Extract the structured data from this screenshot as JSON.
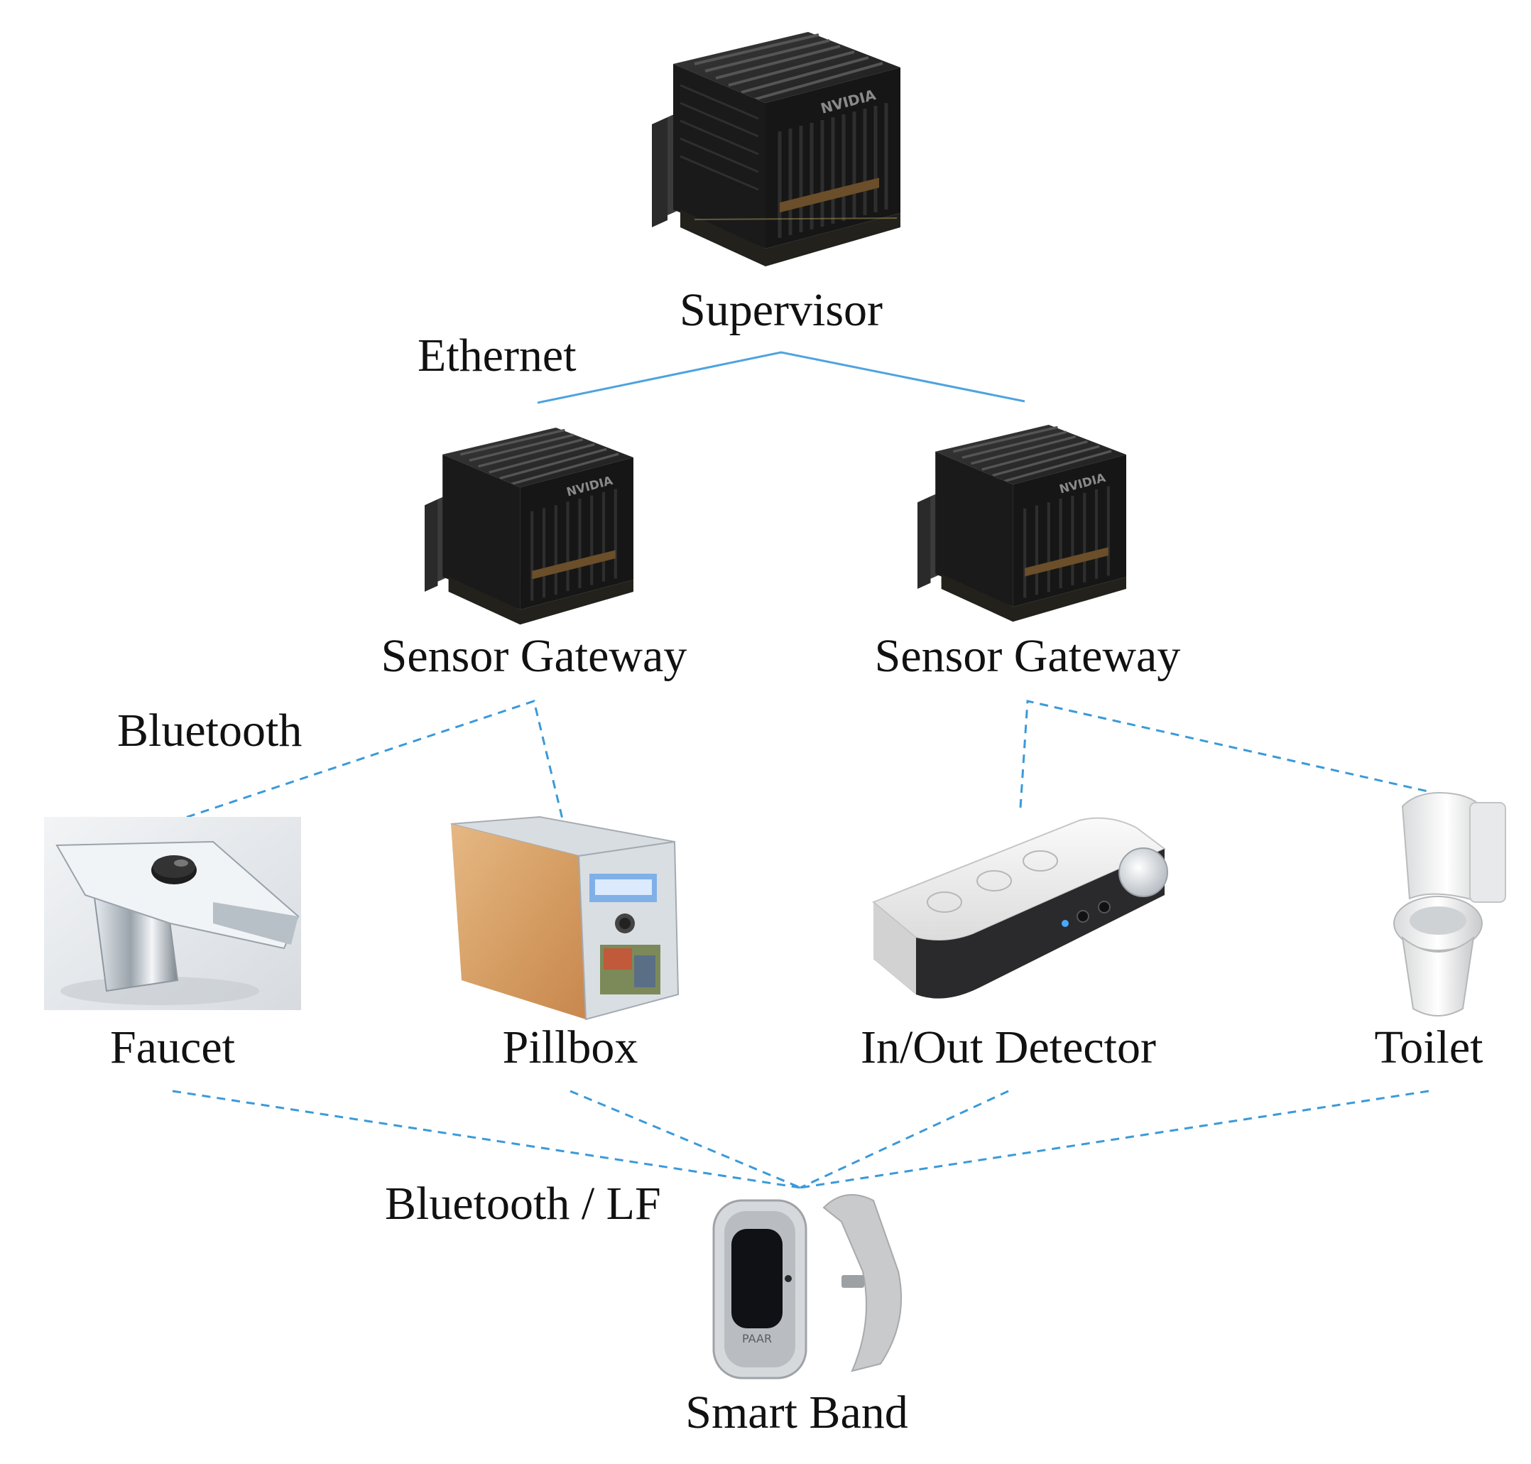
{
  "nodes": {
    "supervisor": {
      "label": "Supervisor"
    },
    "gateway_left": {
      "label": "Sensor Gateway"
    },
    "gateway_right": {
      "label": "Sensor Gateway"
    },
    "faucet": {
      "label": "Faucet"
    },
    "pillbox": {
      "label": "Pillbox"
    },
    "inout_detector": {
      "label": "In/Out Detector"
    },
    "toilet": {
      "label": "Toilet"
    },
    "smart_band": {
      "label": "Smart Band",
      "screen_text": "PAAR"
    },
    "nvidia_logo_text": "NVIDIA"
  },
  "links": {
    "ethernet": {
      "label": "Ethernet",
      "style": "solid",
      "color": "#4da3df"
    },
    "bluetooth": {
      "label": "Bluetooth",
      "style": "dashed",
      "color": "#3a9ad9"
    },
    "bluetooth_lf": {
      "label": "Bluetooth / LF",
      "style": "dashed",
      "color": "#3a9ad9"
    }
  }
}
